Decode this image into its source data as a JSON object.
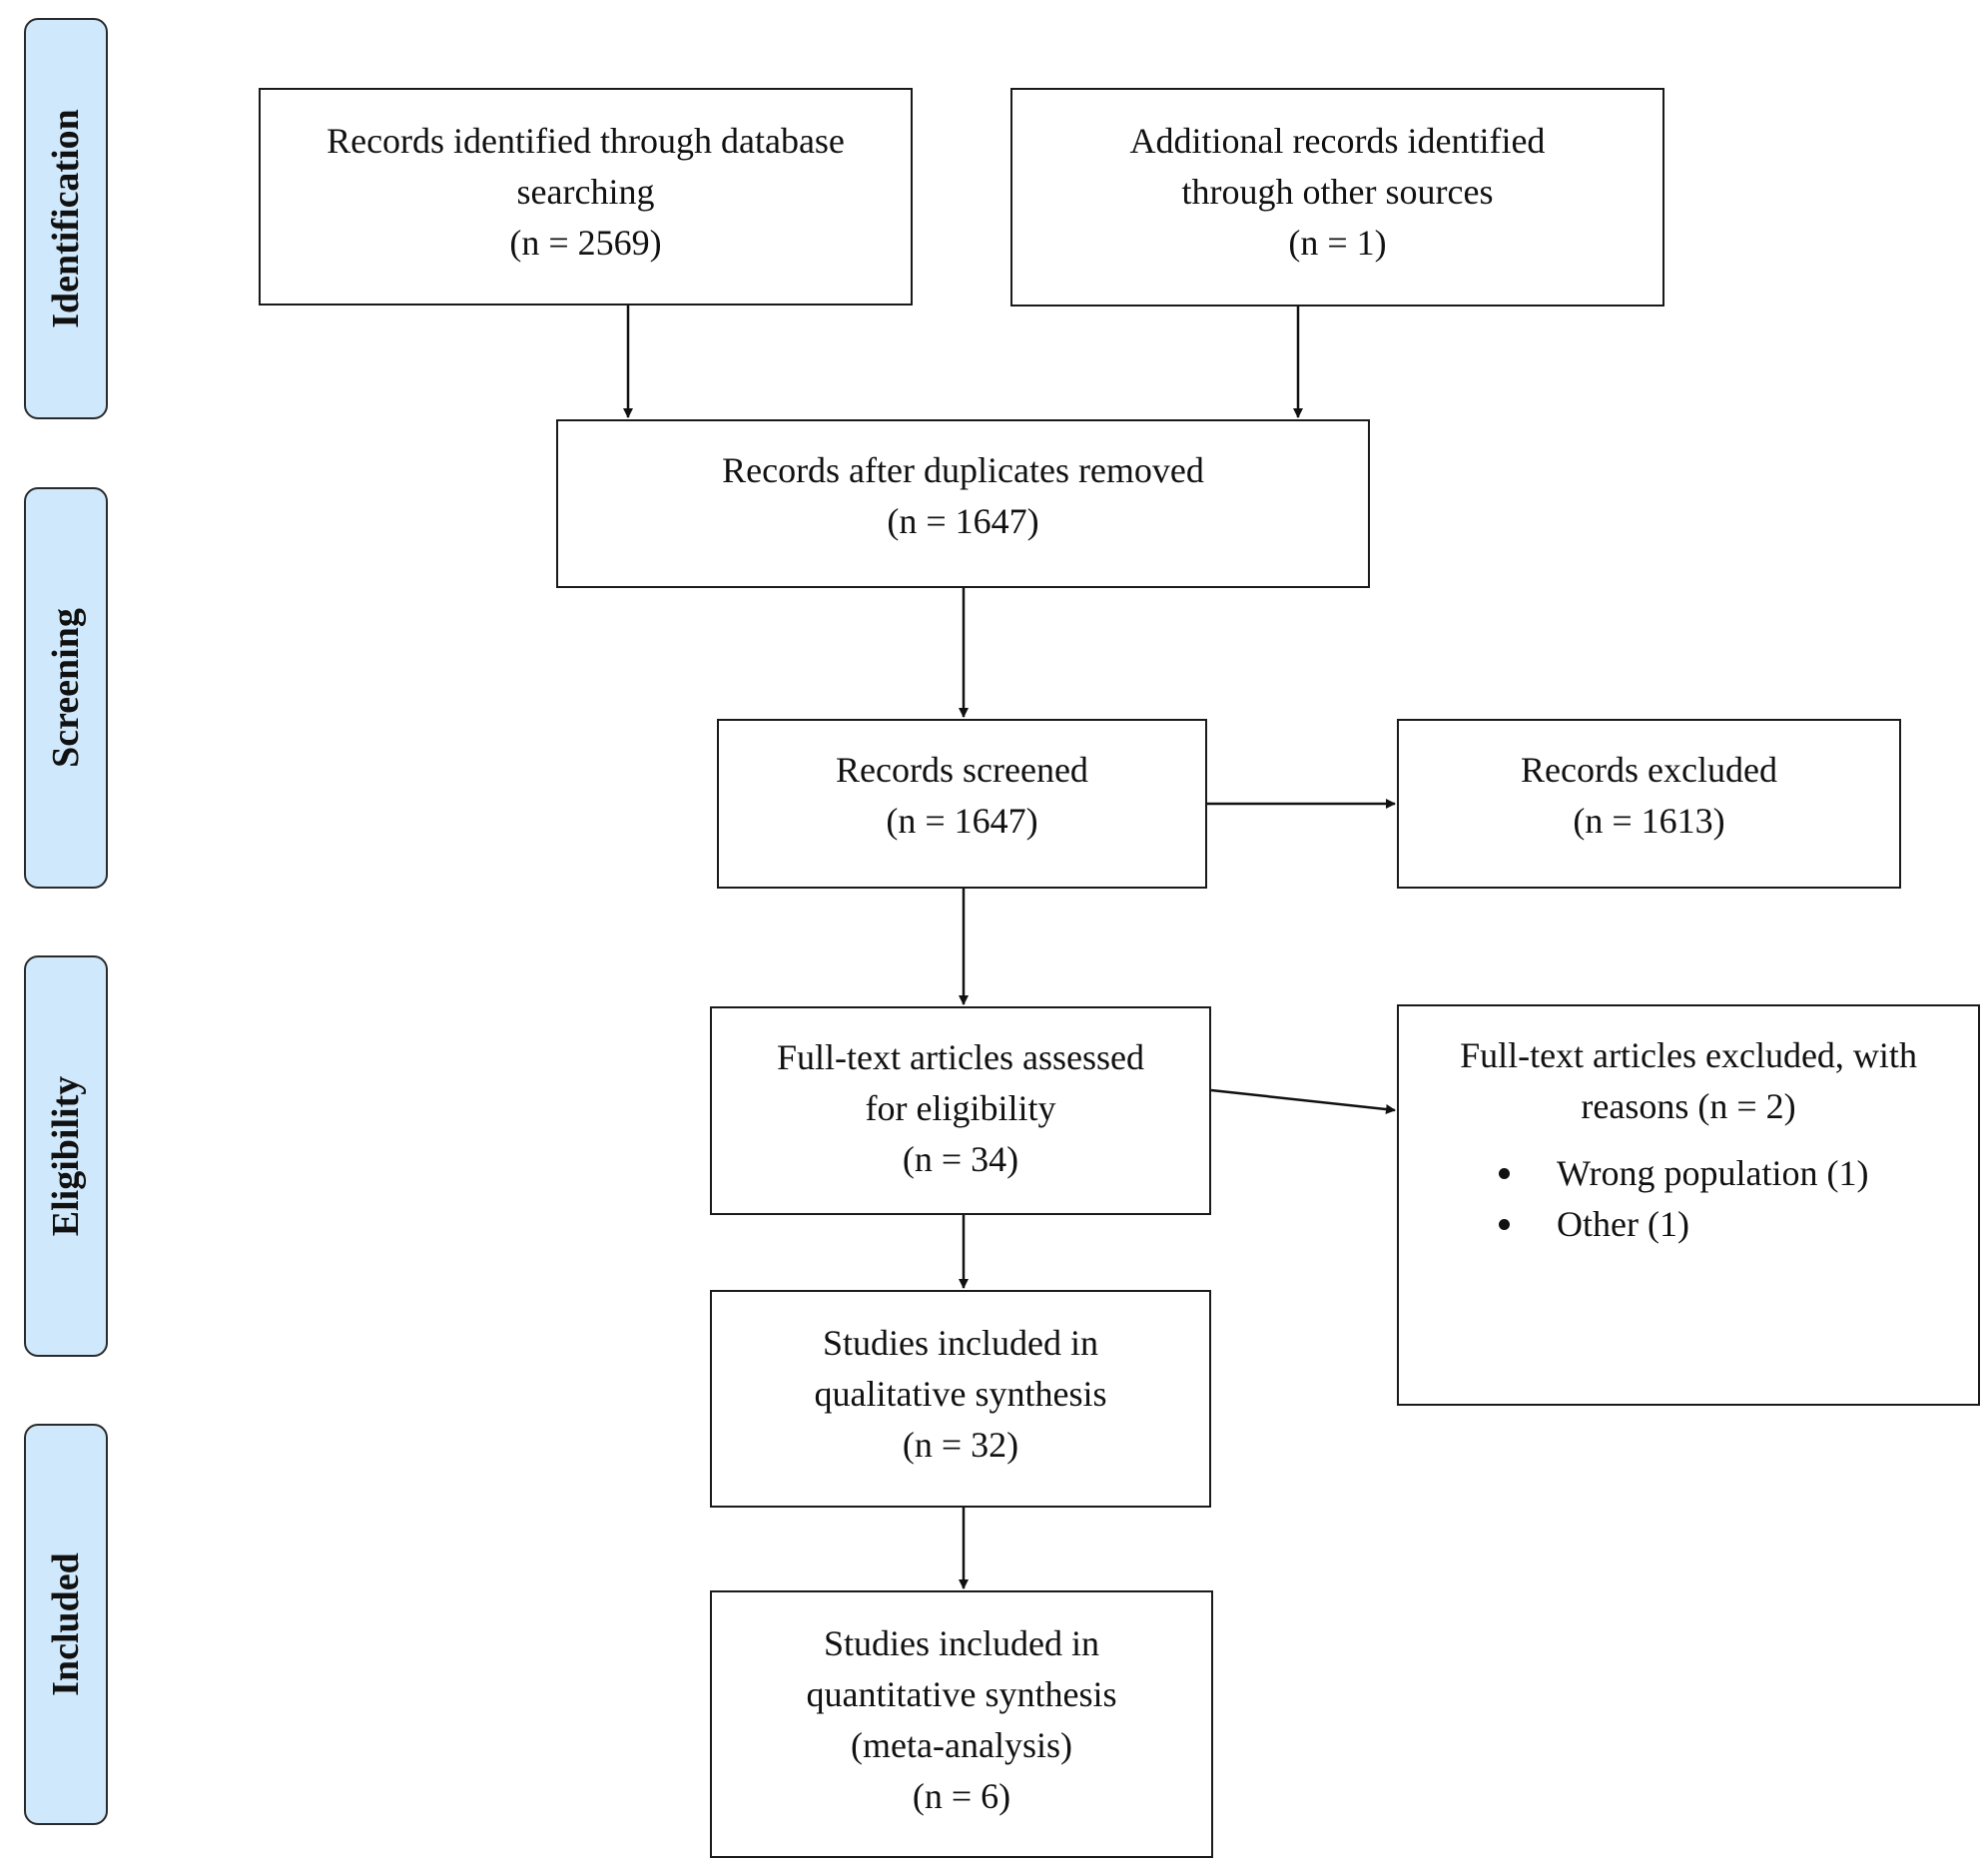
{
  "phases": {
    "identification": "Identification",
    "screening": "Screening",
    "eligibility": "Eligibility",
    "included": "Included"
  },
  "boxes": {
    "database": {
      "lines": [
        "Records identified through database",
        "searching",
        "(n = 2569)"
      ]
    },
    "other_sources": {
      "lines": [
        "Additional records identified",
        "through other sources",
        "(n = 1)"
      ]
    },
    "after_duplicates": {
      "lines": [
        "Records after duplicates removed",
        "(n = 1647)"
      ]
    },
    "screened": {
      "lines": [
        "Records screened",
        "(n = 1647)"
      ]
    },
    "excluded": {
      "lines": [
        "Records excluded",
        "(n = 1613)"
      ]
    },
    "fulltext_assessed": {
      "lines": [
        "Full-text articles assessed",
        "for eligibility",
        "(n = 34)"
      ]
    },
    "fulltext_excluded": {
      "lines": [
        "Full-text articles excluded, with",
        "reasons (n = 2)"
      ],
      "reasons": [
        "Wrong population (1)",
        "Other (1)"
      ]
    },
    "qualitative": {
      "lines": [
        "Studies included in",
        "qualitative synthesis",
        "(n = 32)"
      ]
    },
    "quantitative": {
      "lines": [
        "Studies included in",
        "quantitative synthesis",
        "(meta-analysis)",
        "(n = 6)"
      ]
    }
  }
}
